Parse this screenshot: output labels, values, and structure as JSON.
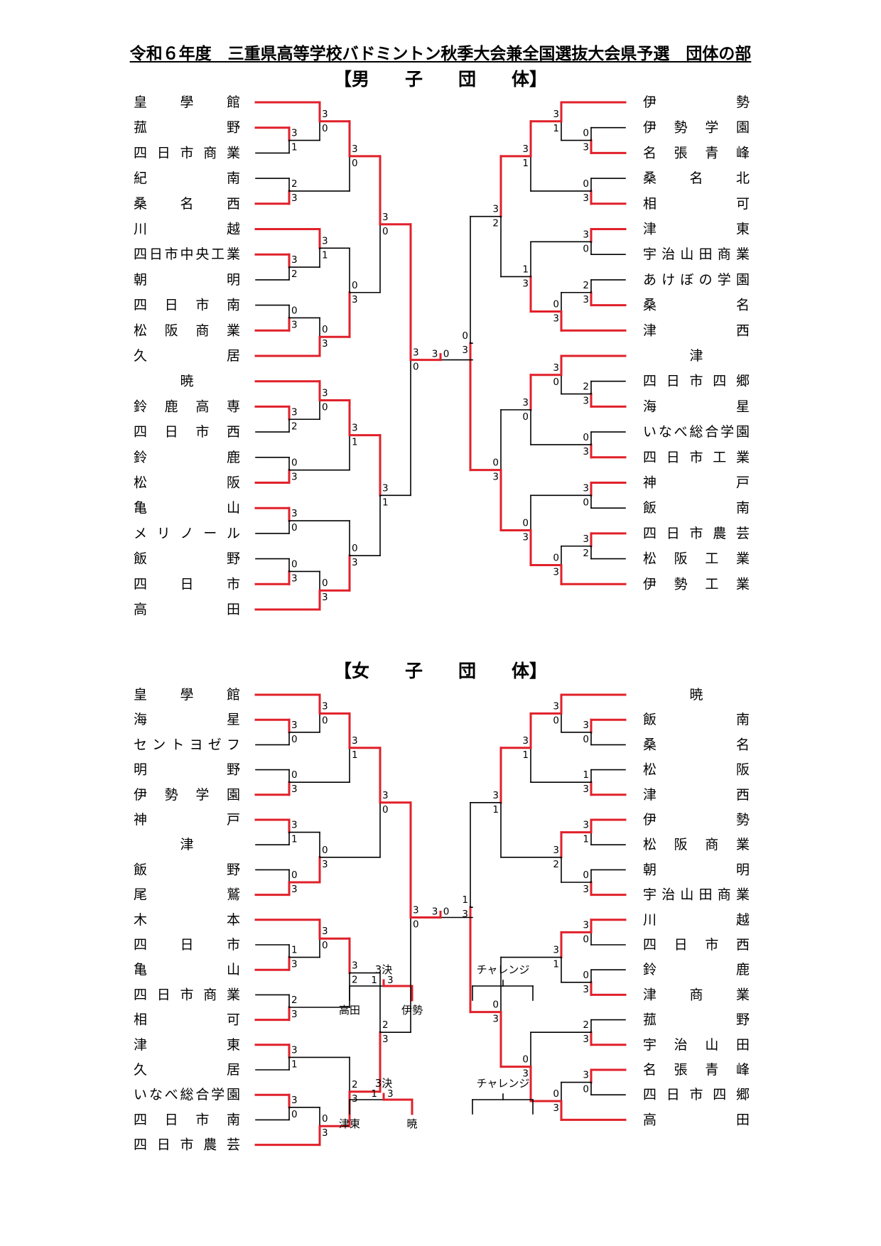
{
  "title": "令和６年度　三重県高等学校バドミントン秋季大会兼全国選抜大会県予選　団体の部",
  "colors": {
    "winner": "#e0202a",
    "line": "#000000"
  },
  "sections": [
    {
      "id": "men",
      "heading": "【男　　子　　団　　体】",
      "left_teams": [
        "皇學館",
        "菰野",
        "四日市商業",
        "紀南",
        "桑名西",
        "川越",
        "四日市中央工業",
        "朝明",
        "四日市南",
        "松阪商業",
        "久居",
        "暁",
        "鈴鹿高専",
        "四日市西",
        "鈴鹿",
        "松阪",
        "亀山",
        "メリノール",
        "飯野",
        "四日市",
        "高田"
      ],
      "right_teams": [
        "伊勢",
        "伊勢学園",
        "名張青峰",
        "桑名北",
        "相可",
        "津東",
        "宇治山田商業",
        "あけぼの学園",
        "桑名",
        "津西",
        "津",
        "四日市四郷",
        "海星",
        "いなべ総合学園",
        "四日市工業",
        "神戸",
        "飯南",
        "四日市農芸",
        "松阪工業",
        "伊勢工業"
      ],
      "left_bracket": [
        {
          "bye": 0
        },
        {
          "m": [
            [
              1
            ],
            [
              2
            ]
          ],
          "s": [
            "3",
            "1"
          ],
          "w": 0
        },
        {
          "m": [
            0,
            1
          ],
          "s": [
            "3",
            "0"
          ],
          "w": 0
        },
        {
          "m": [
            [
              3
            ],
            [
              4
            ]
          ],
          "s": [
            "2",
            "3"
          ],
          "w": 1
        },
        {
          "m": [
            2,
            3
          ],
          "s": [
            "3",
            "0"
          ],
          "w": 0
        },
        {
          "bye": 5
        },
        {
          "m": [
            [
              6
            ],
            [
              7
            ]
          ],
          "s": [
            "3",
            "2"
          ],
          "w": 0
        },
        {
          "m": [
            5,
            6
          ],
          "s": [
            "3",
            "1"
          ],
          "w": 0
        },
        {
          "m": [
            [
              8
            ],
            [
              9
            ]
          ],
          "s": [
            "0",
            "3"
          ],
          "w": 1
        },
        {
          "bye": 10
        },
        {
          "m": [
            8,
            9
          ],
          "s": [
            "0",
            "3"
          ],
          "w": 1
        },
        {
          "m": [
            7,
            10
          ],
          "s": [
            "0",
            "3"
          ],
          "w": 1
        },
        {
          "m": [
            4,
            11
          ],
          "s": [
            "3",
            "0"
          ],
          "w": 0
        },
        {
          "bye": 11
        },
        {
          "m": [
            [
              12
            ],
            [
              13
            ]
          ],
          "s": [
            "3",
            "2"
          ],
          "w": 0
        },
        {
          "m": [
            13,
            14
          ],
          "s": [
            "3",
            "0"
          ],
          "w": 0
        },
        {
          "m": [
            [
              14
            ],
            [
              15
            ]
          ],
          "s": [
            "0",
            "3"
          ],
          "w": 1
        },
        {
          "m": [
            15,
            16
          ],
          "s": [
            "3",
            "1"
          ],
          "w": 0
        },
        {
          "m": [
            [
              16
            ],
            [
              17
            ]
          ],
          "s": [
            "3",
            "0"
          ],
          "w": 0
        },
        {
          "m": [
            [
              18
            ],
            [
              19
            ]
          ],
          "s": [
            "0",
            "3"
          ],
          "w": 1
        },
        {
          "bye": 20
        },
        {
          "m": [
            19,
            20
          ],
          "s": [
            "0",
            "3"
          ],
          "w": 1
        },
        {
          "m": [
            18,
            21
          ],
          "s": [
            "0",
            "3"
          ],
          "w": 1
        },
        {
          "m": [
            17,
            22
          ],
          "s": [
            "3",
            "1"
          ],
          "w": 0
        },
        {
          "m": [
            12,
            23
          ],
          "s": [
            "3",
            "0"
          ],
          "w": 0
        }
      ],
      "left_final": 24,
      "right_bracket": [
        {
          "bye": 0
        },
        {
          "m": [
            [
              1
            ],
            [
              2
            ]
          ],
          "s": [
            "0",
            "3"
          ],
          "w": 1
        },
        {
          "m": [
            0,
            1
          ],
          "s": [
            "3",
            "1"
          ],
          "w": 0
        },
        {
          "m": [
            [
              3
            ],
            [
              4
            ]
          ],
          "s": [
            "0",
            "3"
          ],
          "w": 1
        },
        {
          "m": [
            2,
            3
          ],
          "s": [
            "3",
            "1"
          ],
          "w": 0
        },
        {
          "m": [
            [
              5
            ],
            [
              6
            ]
          ],
          "s": [
            "3",
            "0"
          ],
          "w": 0
        },
        {
          "m": [
            [
              7
            ],
            [
              8
            ]
          ],
          "s": [
            "2",
            "3"
          ],
          "w": 1
        },
        {
          "bye": 9
        },
        {
          "m": [
            6,
            7
          ],
          "s": [
            "0",
            "3"
          ],
          "w": 1
        },
        {
          "m": [
            5,
            8
          ],
          "s": [
            "1",
            "3"
          ],
          "w": 1
        },
        {
          "m": [
            4,
            9
          ],
          "s": [
            "3",
            "2"
          ],
          "w": 0
        },
        {
          "bye": 10
        },
        {
          "m": [
            [
              11
            ],
            [
              12
            ]
          ],
          "s": [
            "2",
            "3"
          ],
          "w": 1
        },
        {
          "m": [
            11,
            12
          ],
          "s": [
            "3",
            "0"
          ],
          "w": 0
        },
        {
          "m": [
            [
              13
            ],
            [
              14
            ]
          ],
          "s": [
            "0",
            "3"
          ],
          "w": 1
        },
        {
          "m": [
            13,
            14
          ],
          "s": [
            "3",
            "0"
          ],
          "w": 0
        },
        {
          "m": [
            [
              15
            ],
            [
              16
            ]
          ],
          "s": [
            "3",
            "0"
          ],
          "w": 0
        },
        {
          "m": [
            [
              17
            ],
            [
              18
            ]
          ],
          "s": [
            "3",
            "2"
          ],
          "w": 0
        },
        {
          "bye": 19
        },
        {
          "m": [
            17,
            18
          ],
          "s": [
            "0",
            "3"
          ],
          "w": 1
        },
        {
          "m": [
            16,
            19
          ],
          "s": [
            "0",
            "3"
          ],
          "w": 1
        },
        {
          "m": [
            15,
            20
          ],
          "s": [
            "0",
            "3"
          ],
          "w": 1
        },
        {
          "m": [
            10,
            21
          ],
          "s": [
            "0",
            "3"
          ],
          "w": 1
        }
      ],
      "right_final": 22,
      "final_scores": [
        "3",
        "0"
      ],
      "third_place": {
        "label": "3決",
        "scores": [
          "1",
          "3"
        ],
        "left": "高田",
        "right": "伊勢"
      },
      "challenge": {
        "label": "チャレンジ"
      }
    },
    {
      "id": "women",
      "heading": "【女　　子　　団　　体】",
      "left_teams": [
        "皇學館",
        "海星",
        "セントヨゼフ",
        "明野",
        "伊勢学園",
        "神戸",
        "津",
        "飯野",
        "尾鷲",
        "木本",
        "四日市",
        "亀山",
        "四日市商業",
        "相可",
        "津東",
        "久居",
        "いなべ総合学園",
        "四日市南",
        "四日市農芸"
      ],
      "right_teams": [
        "暁",
        "飯南",
        "桑名",
        "松阪",
        "津西",
        "伊勢",
        "松阪商業",
        "朝明",
        "宇治山田商業",
        "川越",
        "四日市西",
        "鈴鹿",
        "津商業",
        "菰野",
        "宇治山田",
        "名張青峰",
        "四日市四郷",
        "高田"
      ],
      "left_bracket": [
        {
          "bye": 0
        },
        {
          "m": [
            [
              1
            ],
            [
              2
            ]
          ],
          "s": [
            "3",
            "0"
          ],
          "w": 0
        },
        {
          "m": [
            0,
            1
          ],
          "s": [
            "3",
            "0"
          ],
          "w": 0
        },
        {
          "m": [
            [
              3
            ],
            [
              4
            ]
          ],
          "s": [
            "0",
            "3"
          ],
          "w": 1
        },
        {
          "m": [
            2,
            3
          ],
          "s": [
            "3",
            "1"
          ],
          "w": 0
        },
        {
          "m": [
            [
              5
            ],
            [
              6
            ]
          ],
          "s": [
            "3",
            "1"
          ],
          "w": 0
        },
        {
          "m": [
            [
              7
            ],
            [
              8
            ]
          ],
          "s": [
            "0",
            "3"
          ],
          "w": 1
        },
        {
          "m": [
            5,
            6
          ],
          "s": [
            "0",
            "3"
          ],
          "w": 1
        },
        {
          "m": [
            4,
            7
          ],
          "s": [
            "3",
            "0"
          ],
          "w": 0
        },
        {
          "bye": 9
        },
        {
          "m": [
            [
              10
            ],
            [
              11
            ]
          ],
          "s": [
            "1",
            "3"
          ],
          "w": 1
        },
        {
          "m": [
            9,
            10
          ],
          "s": [
            "3",
            "0"
          ],
          "w": 0
        },
        {
          "m": [
            [
              12
            ],
            [
              13
            ]
          ],
          "s": [
            "2",
            "3"
          ],
          "w": 1
        },
        {
          "m": [
            11,
            12
          ],
          "s": [
            "3",
            "2"
          ],
          "w": 0
        },
        {
          "m": [
            [
              14
            ],
            [
              15
            ]
          ],
          "s": [
            "3",
            "1"
          ],
          "w": 0
        },
        {
          "m": [
            [
              16
            ],
            [
              17
            ]
          ],
          "s": [
            "3",
            "0"
          ],
          "w": 0
        },
        {
          "bye": 18
        },
        {
          "m": [
            15,
            16
          ],
          "s": [
            "0",
            "3"
          ],
          "w": 1
        },
        {
          "m": [
            14,
            17
          ],
          "s": [
            "2",
            "3"
          ],
          "w": 1
        },
        {
          "m": [
            13,
            18
          ],
          "s": [
            "2",
            "3"
          ],
          "w": 1
        },
        {
          "m": [
            8,
            19
          ],
          "s": [
            "3",
            "0"
          ],
          "w": 0
        }
      ],
      "left_final": 20,
      "right_bracket": [
        {
          "bye": 0
        },
        {
          "m": [
            [
              1
            ],
            [
              2
            ]
          ],
          "s": [
            "3",
            "0"
          ],
          "w": 0
        },
        {
          "m": [
            0,
            1
          ],
          "s": [
            "3",
            "0"
          ],
          "w": 0
        },
        {
          "m": [
            [
              3
            ],
            [
              4
            ]
          ],
          "s": [
            "1",
            "3"
          ],
          "w": 1
        },
        {
          "m": [
            2,
            3
          ],
          "s": [
            "3",
            "1"
          ],
          "w": 0
        },
        {
          "m": [
            [
              5
            ],
            [
              6
            ]
          ],
          "s": [
            "3",
            "1"
          ],
          "w": 0
        },
        {
          "m": [
            [
              7
            ],
            [
              8
            ]
          ],
          "s": [
            "0",
            "3"
          ],
          "w": 1
        },
        {
          "m": [
            5,
            6
          ],
          "s": [
            "3",
            "2"
          ],
          "w": 0
        },
        {
          "m": [
            4,
            7
          ],
          "s": [
            "3",
            "1"
          ],
          "w": 0
        },
        {
          "m": [
            [
              9
            ],
            [
              10
            ]
          ],
          "s": [
            "3",
            "0"
          ],
          "w": 0
        },
        {
          "m": [
            [
              11
            ],
            [
              12
            ]
          ],
          "s": [
            "0",
            "3"
          ],
          "w": 1
        },
        {
          "m": [
            9,
            10
          ],
          "s": [
            "3",
            "1"
          ],
          "w": 0
        },
        {
          "m": [
            [
              13
            ],
            [
              14
            ]
          ],
          "s": [
            "2",
            "3"
          ],
          "w": 1
        },
        {
          "m": [
            [
              15
            ],
            [
              16
            ]
          ],
          "s": [
            "3",
            "0"
          ],
          "w": 0
        },
        {
          "bye": 17
        },
        {
          "m": [
            13,
            14
          ],
          "s": [
            "0",
            "3"
          ],
          "w": 1
        },
        {
          "m": [
            12,
            15
          ],
          "s": [
            "0",
            "3"
          ],
          "w": 1
        },
        {
          "m": [
            11,
            16
          ],
          "s": [
            "0",
            "3"
          ],
          "w": 1
        },
        {
          "m": [
            8,
            17
          ],
          "s": [
            "1",
            "3"
          ],
          "w": 1
        }
      ],
      "right_final": 18,
      "final_scores": [
        "3",
        "0"
      ],
      "third_place": {
        "label": "3決",
        "scores": [
          "1",
          "3"
        ],
        "left": "津東",
        "right": "暁"
      },
      "challenge": {
        "label": "チャレンジ"
      }
    }
  ]
}
